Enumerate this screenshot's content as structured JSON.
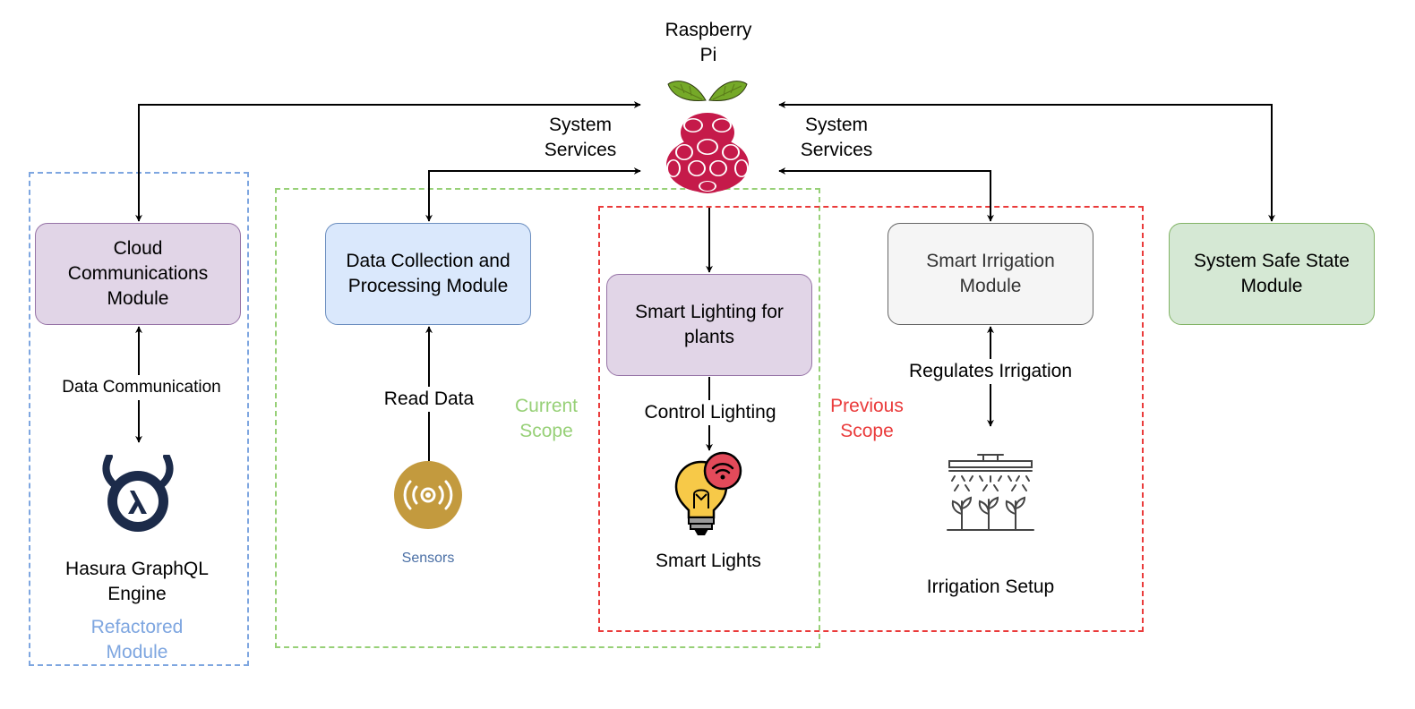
{
  "hub": {
    "label": "Raspberry\nPi",
    "icon": "raspberry-pi-icon"
  },
  "edges": {
    "system_services_left": "System\nServices",
    "system_services_right": "System\nServices",
    "data_communication": "Data Communication",
    "read_data": "Read Data",
    "control_lighting": "Control Lighting",
    "regulates_irrigation": "Regulates Irrigation"
  },
  "modules": {
    "cloud": [
      "Cloud",
      "Communications",
      "Module"
    ],
    "data_collection": [
      "Data Collection and",
      "Processing Module"
    ],
    "smart_lighting": [
      "Smart Lighting for",
      "plants"
    ],
    "smart_irrigation": [
      "Smart Irrigation",
      "Module"
    ],
    "safe_state": [
      "System Safe State",
      "Module"
    ]
  },
  "devices": {
    "hasura": "Hasura GraphQL\nEngine",
    "sensors": "Sensors",
    "smart_lights": "Smart Lights",
    "irrigation": "Irrigation Setup"
  },
  "scopes": {
    "refactored": "Refactored\nModule",
    "current": "Current\nScope",
    "previous": "Previous\nScope"
  },
  "colors": {
    "purple_fill": "#e1d5e7",
    "blue_fill": "#dae8fc",
    "grey_fill": "#f5f5f5",
    "green_fill": "#d5e8d4",
    "scope_blue": "#7ea6e0",
    "scope_green": "#97d077",
    "scope_red": "#ea3b3b",
    "hasura_navy": "#1c2b4a",
    "sensor_gold": "#c39a3e",
    "raspberry_red": "#c51a4a",
    "leaf_green": "#75a928"
  }
}
